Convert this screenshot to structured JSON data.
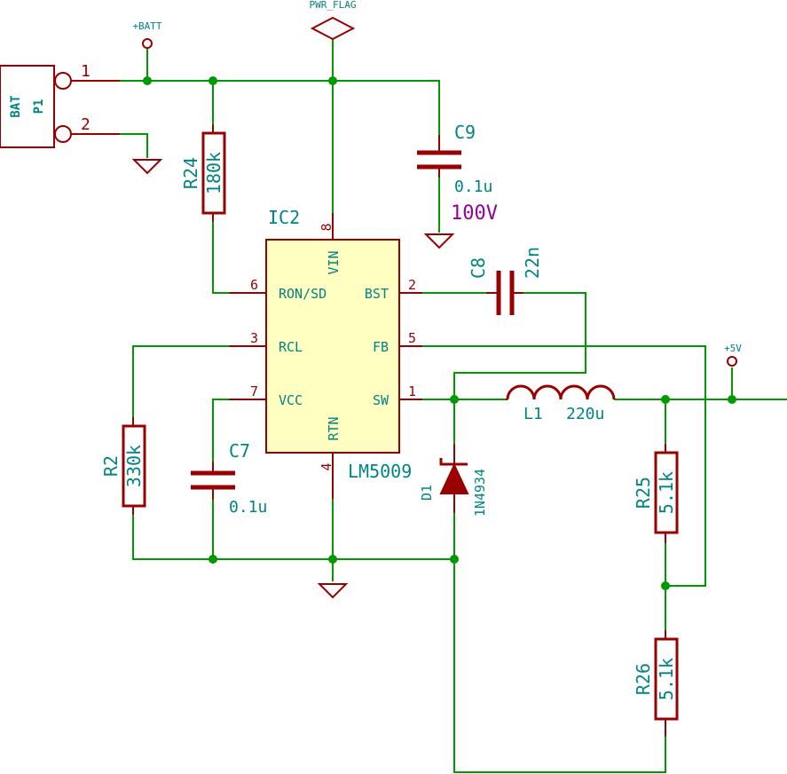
{
  "power": {
    "batt": "+BATT",
    "pwr_flag": "PWR_FLAG",
    "out": "+5V"
  },
  "connector": {
    "value": "BAT",
    "ref": "P1",
    "pin1": "1",
    "pin2": "2"
  },
  "ic": {
    "ref": "IC2",
    "value": "LM5009",
    "pins": {
      "vin": "VIN",
      "vin_num": "8",
      "ron": "RON/SD",
      "ron_num": "6",
      "rcl": "RCL",
      "rcl_num": "3",
      "vcc": "VCC",
      "vcc_num": "7",
      "bst": "BST",
      "bst_num": "2",
      "fb": "FB",
      "fb_num": "5",
      "sw": "SW",
      "sw_num": "1",
      "rtn": "RTN",
      "rtn_num": "4"
    }
  },
  "components": {
    "r24": {
      "ref": "R24",
      "value": "180k"
    },
    "r2": {
      "ref": "R2",
      "value": "330k"
    },
    "r25": {
      "ref": "R25",
      "value": "5.1k"
    },
    "r26": {
      "ref": "R26",
      "value": "5.1k"
    },
    "c9": {
      "ref": "C9",
      "value": "0.1u",
      "voltage": "100V"
    },
    "c7": {
      "ref": "C7",
      "value": "0.1u"
    },
    "c8": {
      "ref": "C8",
      "value": "22n"
    },
    "l1": {
      "ref": "L1",
      "value": "220u"
    },
    "d1": {
      "ref": "D1",
      "value": "1N4934"
    }
  },
  "colors": {
    "wire": "#009900",
    "component": "#990000",
    "ic_fill": "#ffffc2",
    "text": "#008484",
    "voltage": "#990099"
  }
}
